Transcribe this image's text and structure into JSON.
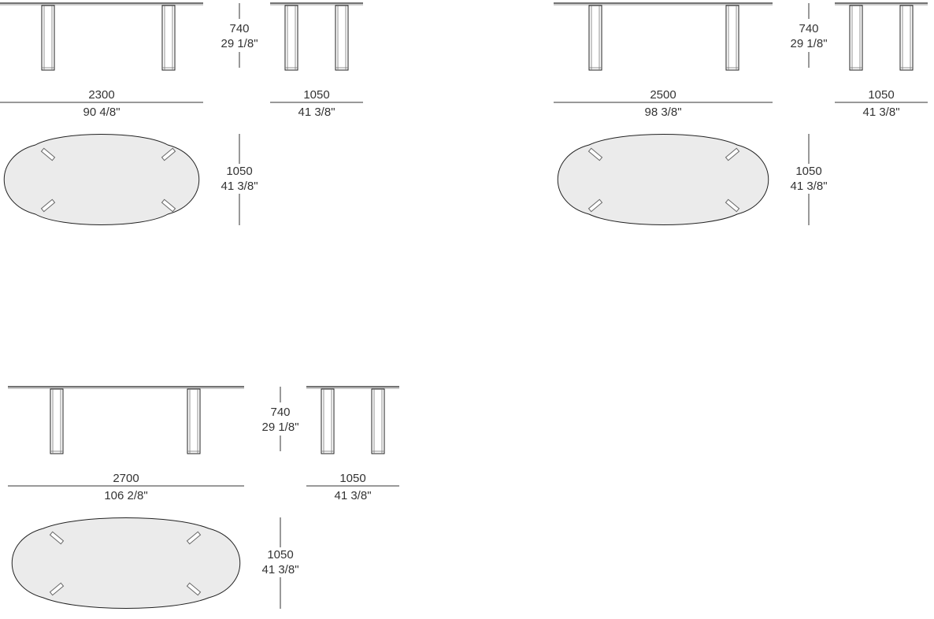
{
  "colors": {
    "line": "#333333",
    "plan_fill": "#ebebeb",
    "background": "#ffffff"
  },
  "tables": [
    {
      "length_mm": "2300",
      "length_in": "90 4/8\"",
      "height_mm": "740",
      "height_in": "29 1/8\"",
      "depth_mm": "1050",
      "depth_in": "41 3/8\"",
      "plan_width_mm": "1050",
      "plan_width_in": "41 3/8\""
    },
    {
      "length_mm": "2500",
      "length_in": "98 3/8\"",
      "height_mm": "740",
      "height_in": "29 1/8\"",
      "depth_mm": "1050",
      "depth_in": "41 3/8\"",
      "plan_width_mm": "1050",
      "plan_width_in": "41 3/8\""
    },
    {
      "length_mm": "2700",
      "length_in": "106 2/8\"",
      "height_mm": "740",
      "height_in": "29 1/8\"",
      "depth_mm": "1050",
      "depth_in": "41 3/8\"",
      "plan_width_mm": "1050",
      "plan_width_in": "41 3/8\""
    }
  ]
}
